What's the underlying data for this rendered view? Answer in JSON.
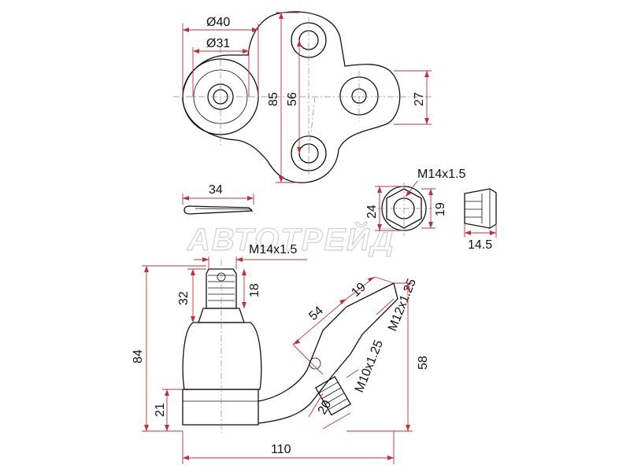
{
  "watermark": "АВТОТРЕЙД",
  "flange_view": {
    "dia_outer": "Ø40",
    "dia_inner": "Ø31",
    "height_total": "85",
    "hole_spacing": "56",
    "ear_height": "27"
  },
  "cotter_pin": {
    "length": "34"
  },
  "nut_view": {
    "thread": "M14x1.5",
    "across_corners": "24",
    "across_flats": "19",
    "height": "14.5"
  },
  "side_view": {
    "stud_thread": "M14x1.5",
    "stud_length": "32",
    "thread_length": "18",
    "total_height": "84",
    "base_height": "21",
    "arm_length": "54",
    "end_width": "19",
    "end_thread": "M12x1.25",
    "side_thread": "M10x1.25",
    "side_thread_length": "20",
    "vertical_58": "58",
    "total_length": "110"
  },
  "colors": {
    "dimension": "#c0303a",
    "outline": "#111111",
    "watermark": "#d0d0d0"
  }
}
